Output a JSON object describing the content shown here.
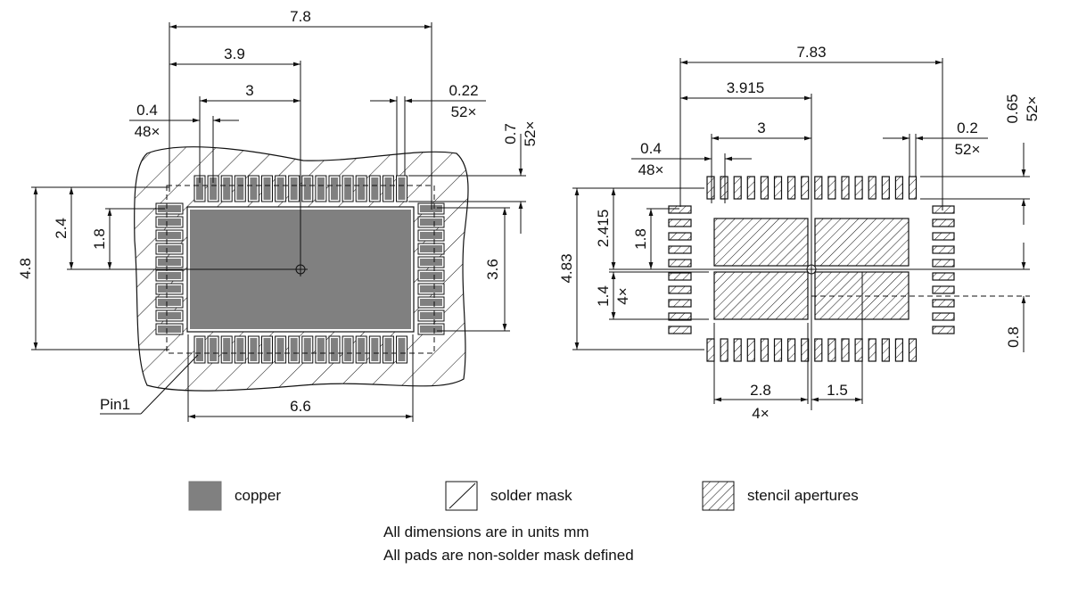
{
  "colors": {
    "copper": "#808080",
    "line": "#111111",
    "background": "#ffffff"
  },
  "left_view": {
    "dims": {
      "overall_width": "7.8",
      "half_width": "3.9",
      "first_pin_offset": "3",
      "pitch": "0.4",
      "pitch_count": "48×",
      "pad_width": "0.22",
      "pad_width_count": "52×",
      "pad_length": "0.7",
      "pad_length_count": "52×",
      "overall_height": "4.8",
      "half_height": "2.4",
      "side_first_pin_offset": "1.8",
      "ep_height": "3.6",
      "ep_width": "6.6"
    },
    "pin1_label": "Pin1",
    "top_pad_count": 16,
    "side_pad_count": 10
  },
  "right_view": {
    "dims": {
      "overall_width": "7.83",
      "half_width": "3.915",
      "first_pin_offset": "3",
      "pitch": "0.4",
      "pitch_count": "48×",
      "pad_width": "0.2",
      "pad_width_count": "52×",
      "pad_length": "0.65",
      "pad_length_count": "52×",
      "overall_height": "4.83",
      "half_height": "2.415",
      "side_first_pin_offset": "1.8",
      "aperture_height": "1.4",
      "aperture_height_count": "4×",
      "aperture_offset": "0.8",
      "aperture_width": "2.8",
      "aperture_width_count": "4×",
      "aperture_x_offset": "1.5"
    },
    "top_pad_count": 16,
    "side_pad_count": 10,
    "aperture_count": 4
  },
  "legend": {
    "copper": "copper",
    "solder_mask": "solder mask",
    "stencil": "stencil apertures"
  },
  "notes": [
    "All dimensions are in units mm",
    "All pads are non-solder mask defined"
  ]
}
